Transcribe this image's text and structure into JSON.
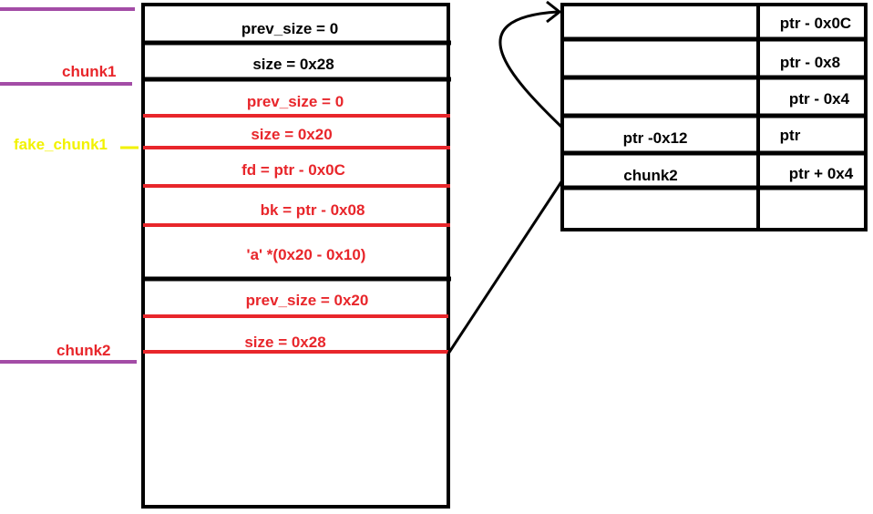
{
  "colors": {
    "black": "#000000",
    "red": "#e8262b",
    "purple": "#a34ca6",
    "yellow": "#f2f200"
  },
  "left_labels": {
    "chunk1": "chunk1",
    "fake_chunk1": "fake_chunk1",
    "chunk2": "chunk2"
  },
  "heap": {
    "chunk1_prev_size": "prev_size = 0",
    "chunk1_size": "size = 0x28",
    "fake_prev_size": "prev_size = 0",
    "fake_size": "size = 0x20",
    "fake_fd": "fd = ptr - 0x0C",
    "fake_bk": "bk = ptr - 0x08",
    "padding": "'a' *(0x20 - 0x10)",
    "chunk2_prev_size": "prev_size = 0x20",
    "chunk2_size": "size = 0x28"
  },
  "table": {
    "right_col": [
      "ptr - 0x0C",
      "ptr - 0x8",
      "ptr - 0x4",
      "ptr",
      "ptr + 0x4"
    ],
    "left_col_row4": "ptr -0x12",
    "left_col_row5": "chunk2"
  }
}
